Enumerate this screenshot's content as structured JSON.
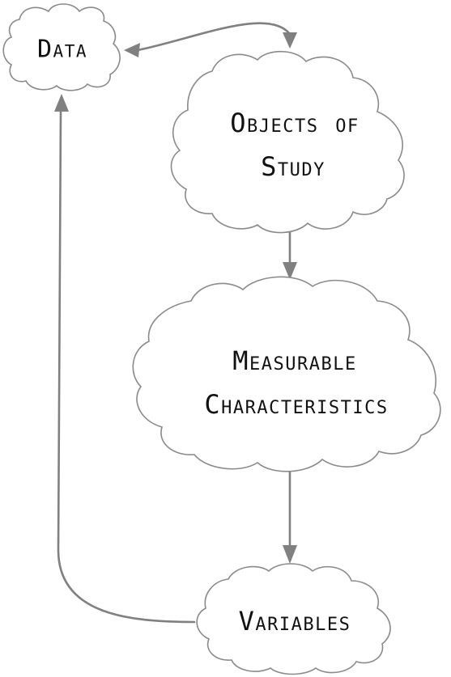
{
  "diagram": {
    "nodes": [
      {
        "id": "data",
        "lines": [
          "Data"
        ]
      },
      {
        "id": "objects",
        "lines": [
          "Objects of",
          "Study"
        ]
      },
      {
        "id": "measurable",
        "lines": [
          "Measurable",
          "Characteristics"
        ]
      },
      {
        "id": "variables",
        "lines": [
          "Variables"
        ]
      }
    ],
    "edges": [
      {
        "from": "data",
        "to": "objects",
        "bidirectional": true
      },
      {
        "from": "objects",
        "to": "measurable"
      },
      {
        "from": "measurable",
        "to": "variables"
      },
      {
        "from": "variables",
        "to": "data"
      }
    ],
    "colors": {
      "stroke": "#8a8a8a",
      "arrow": "#808080",
      "text": "#111111"
    }
  }
}
